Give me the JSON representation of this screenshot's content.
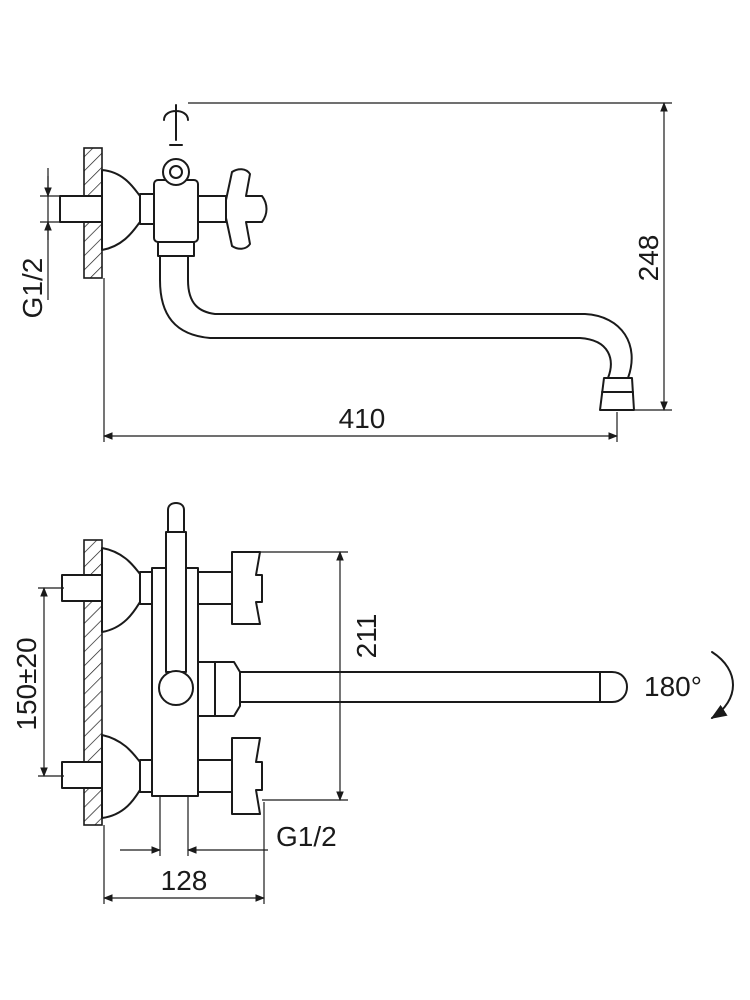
{
  "top_view": {
    "dim_width": "410",
    "dim_height": "248",
    "thread_label": "G1/2"
  },
  "front_view": {
    "dim_center_distance": "150±20",
    "dim_height": "211",
    "dim_depth": "128",
    "thread_label": "G1/2",
    "rotation_label": "180°"
  }
}
